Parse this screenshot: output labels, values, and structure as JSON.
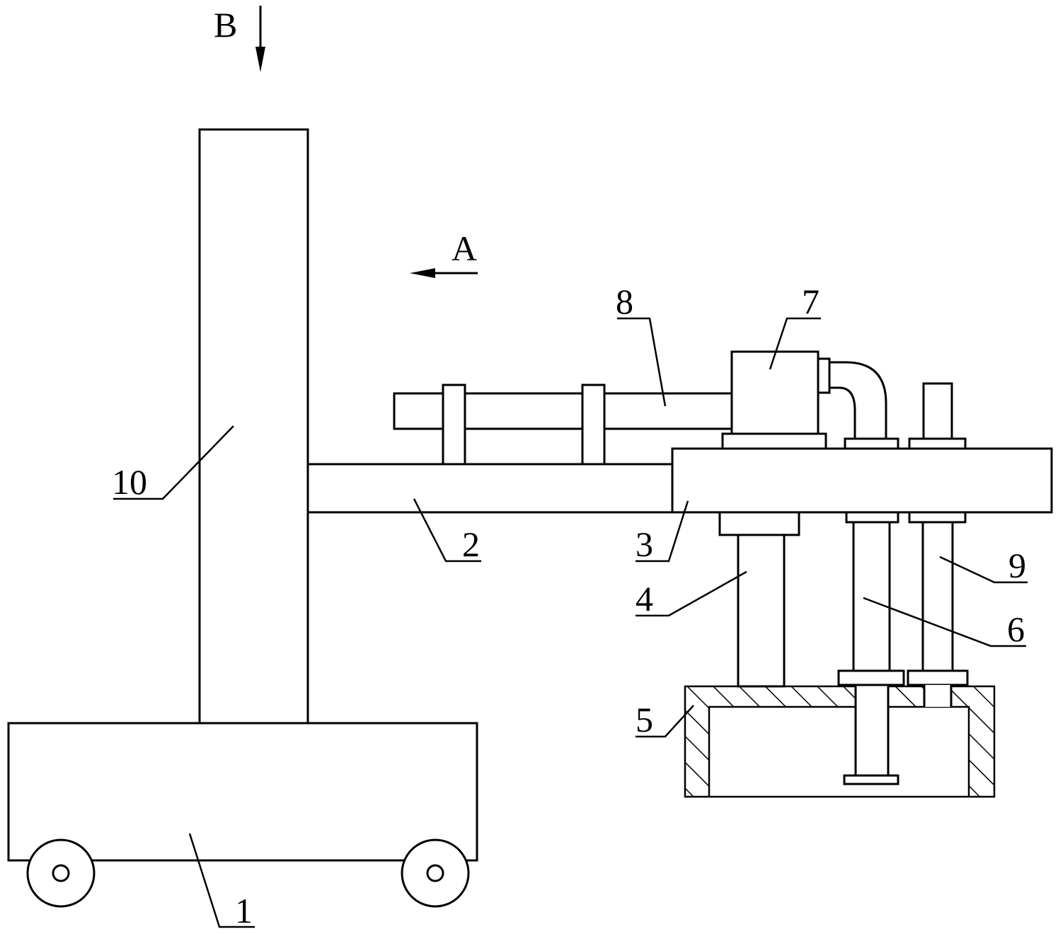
{
  "labels": {
    "l1": "1",
    "l2": "2",
    "l3": "3",
    "l4": "4",
    "l5": "5",
    "l6": "6",
    "l7": "7",
    "l8": "8",
    "l9": "9",
    "l10": "10"
  },
  "view_markers": {
    "a": "A",
    "b": "B"
  }
}
